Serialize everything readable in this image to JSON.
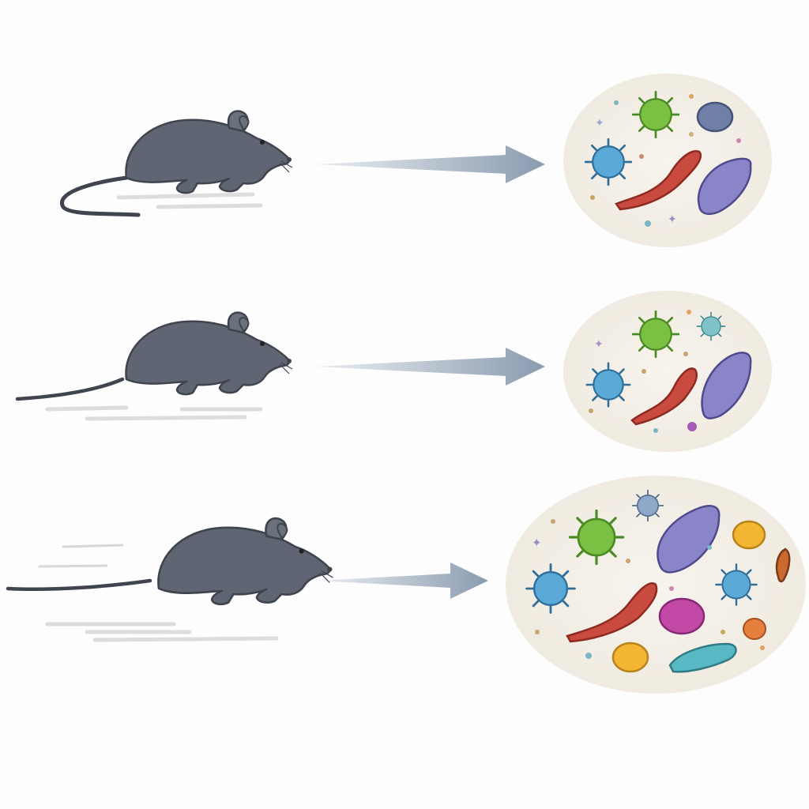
{
  "rows": [
    {
      "activity": "resting",
      "microbe_count": 9,
      "microbes": [
        "small-star-icon",
        "virus-icon",
        "blob-icon",
        "virus-icon",
        "rod-bacterium-icon",
        "spiky-bacterium-icon",
        "small-star-icon"
      ]
    },
    {
      "activity": "moving",
      "microbe_count": 7,
      "microbes": [
        "small-star-icon",
        "virus-icon",
        "virus-icon",
        "virus-icon",
        "rod-bacterium-icon",
        "spiky-bacterium-icon"
      ]
    },
    {
      "activity": "running",
      "microbe_count": 14,
      "microbes": [
        "virus-icon",
        "virus-icon",
        "spiky-bacterium-icon",
        "coccus-icon",
        "virus-icon",
        "rod-bacterium-icon",
        "blob-icon",
        "virus-icon",
        "rod-bacterium-icon",
        "coccus-icon",
        "coccus-icon",
        "spiky-bacterium-icon",
        "small-star-icon"
      ]
    }
  ],
  "colors": {
    "mouse": "#5f6572",
    "mouse_outline": "#3f444e",
    "arrow": "#8a9bb0",
    "bubble": "#f4f0e8",
    "virus_green": "#7bc043",
    "virus_blue": "#5aa9d6",
    "rod_red": "#c94a3f",
    "bacterium_purple": "#8a84c9",
    "blob_slate": "#6f7fa6",
    "coccus_yellow": "#f2b632",
    "coccus_orange": "#e67e3c",
    "blob_magenta": "#c24aa6",
    "rod_teal": "#58b8c4"
  }
}
